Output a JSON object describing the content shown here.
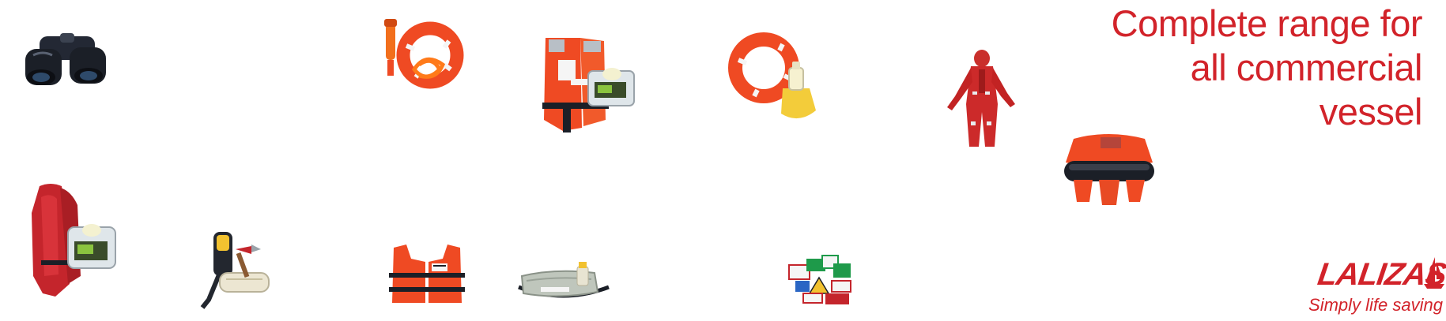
{
  "headline": {
    "lines": [
      "Complete range for",
      "all commercial",
      "vessel"
    ]
  },
  "logo": {
    "brand": "LALIZAS",
    "tagline": "Simply life saving"
  },
  "colors": {
    "brand_red": "#d2232a",
    "safety_orange": "#ef4a23",
    "dark": "#1b1f27"
  },
  "products": [
    "binoculars-icon",
    "lifebuoy-with-light-icon",
    "lifejacket-with-light-icon",
    "lifebuoy-with-smoke-signal-icon",
    "immersion-suit-icon",
    "liferaft-icon",
    "inflatable-lifejacket-icon",
    "fireman-outfit-icon",
    "work-vest-icon",
    "escape-hood-bag-icon",
    "safety-signs-icon"
  ]
}
